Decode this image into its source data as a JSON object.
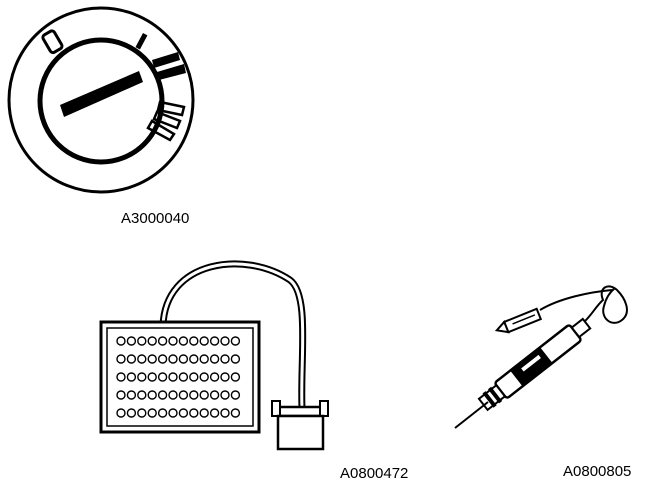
{
  "figures": [
    {
      "id": "ignition-switch",
      "label": "A3000040",
      "position_marks": [
        "0",
        "I",
        "II",
        "III"
      ]
    },
    {
      "id": "breakout-box",
      "label": "A0800472",
      "pin_rows": 5,
      "pins_per_row": 12
    },
    {
      "id": "test-probe",
      "label": "A0800805"
    }
  ]
}
